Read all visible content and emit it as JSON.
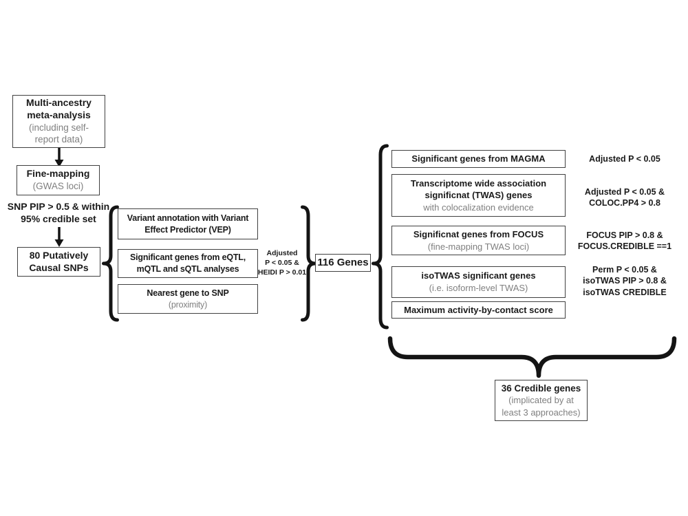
{
  "colors": {
    "text": "#1a1a1a",
    "muted_text": "#7f7f7f",
    "box_border": "#3f3f3f",
    "connector": "#141414",
    "background": "#ffffff"
  },
  "flow": {
    "meta_analysis": {
      "title": "Multi-ancestry\nmeta-analysis",
      "subtitle": "(including self-\nreport data)"
    },
    "fine_mapping": {
      "title": "Fine-mapping",
      "subtitle": "(GWAS loci)"
    },
    "snp_filter_label": "SNP PIP > 0.5 & within\n95% credible set",
    "causal_snps": {
      "title": "80 Putatively\nCausal SNPs"
    }
  },
  "annotation_methods": {
    "vep": {
      "title": "Variant annotation with Variant\nEffect Predictor (VEP)"
    },
    "qtl": {
      "title": "Significant genes from eQTL,\nmQTL and sQTL analyses"
    },
    "nearest_gene": {
      "title": "Nearest gene to SNP",
      "subtitle": "(proximity)"
    },
    "filter_label": "Adjusted\nP < 0.05 &\nHEIDI P > 0.01"
  },
  "genes_116": {
    "title": "116 Genes"
  },
  "gene_evidence": {
    "boxes": [
      {
        "title": "Significant genes from MAGMA",
        "criteria": "Adjusted P < 0.05"
      },
      {
        "title": "Transcriptome wide association\nsignificnat (TWAS) genes",
        "subtitle": "with colocalization evidence",
        "criteria": "Adjusted P < 0.05 &\nCOLOC.PP4 > 0.8"
      },
      {
        "title": "Significnat genes from FOCUS",
        "subtitle": "(fine-mapping TWAS loci)",
        "criteria": "FOCUS PIP > 0.8 &\nFOCUS.CREDIBLE ==1"
      },
      {
        "title": "isoTWAS significant genes",
        "subtitle": "(i.e. isoform-level TWAS)",
        "criteria": "Perm P < 0.05 &\nisoTWAS PIP > 0.8 &\nisoTWAS CREDIBLE"
      },
      {
        "title": "Maximum activity-by-contact score"
      }
    ]
  },
  "credible_genes": {
    "title": "36 Credible genes",
    "subtitle": "(implicated by at\nleast 3 approaches)"
  }
}
